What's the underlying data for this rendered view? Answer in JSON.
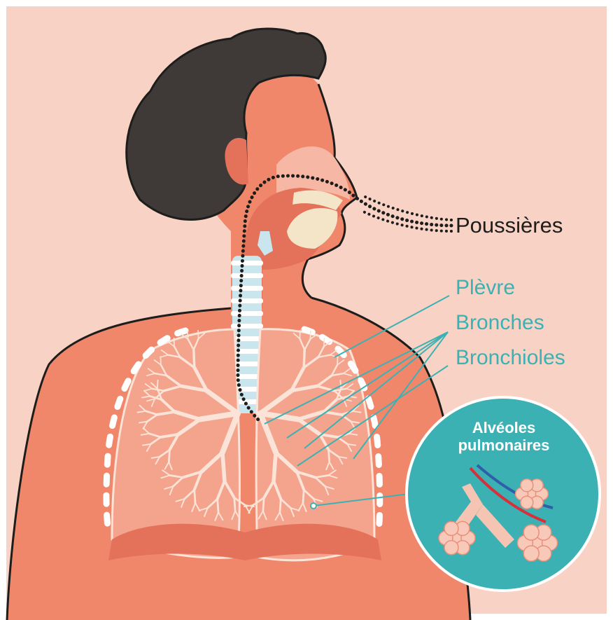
{
  "colors": {
    "background": "#f8d3c5",
    "skin": "#f0876b",
    "skin_dark": "#e4725a",
    "hair": "#3f3a38",
    "outline": "#1d1d1b",
    "teal": "#3cb1b4",
    "lung_fill": "#f4a48d",
    "bronchi": "#fbe3d7",
    "trachea_blue": "#c9e5ee",
    "label_dark": "#1d1d1b"
  },
  "labels": {
    "dust": "Poussières",
    "pleura": "Plèvre",
    "bronchi": "Bronches",
    "bronchioles": "Bronchioles",
    "alveoli_line1": "Alvéoles",
    "alveoli_line2": "pulmonaires"
  },
  "icons": [
    "human-torso-illustration",
    "lungs-icon",
    "trachea-icon",
    "alveoli-cluster-icon"
  ]
}
